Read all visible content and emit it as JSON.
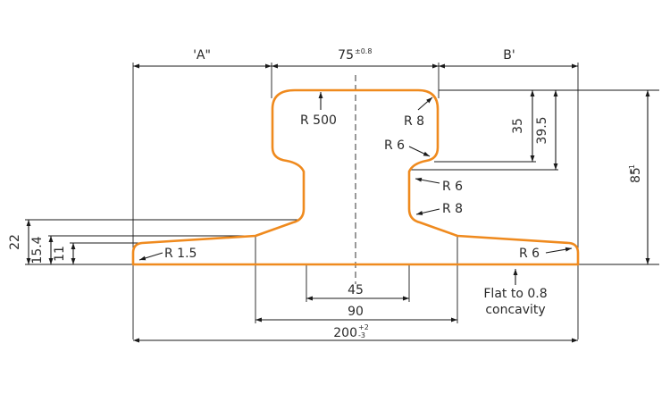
{
  "dimensions": {
    "dim_a": "'A\"",
    "dim_b": "B'",
    "head_width": "75",
    "head_width_tol": "±0.8",
    "head_depth": "35",
    "head_fishing": "39.5",
    "total_height": "85",
    "total_height_tol": "±1",
    "web_width": "45",
    "web_base": "90",
    "base_width": "200",
    "base_width_tol_plus": "+2",
    "base_width_tol_minus": "-3",
    "left_22": "22",
    "left_15_4": "15.4",
    "left_11": "11"
  },
  "radii": {
    "r500": "R 500",
    "r8_head": "R 8",
    "r6_head": "R 6",
    "r6_web_top": "R 6",
    "r8_web_bottom": "R 8",
    "r1_5": "R 1.5",
    "r6_foot": "R 6"
  },
  "notes": {
    "flat_line1": "Flat to 0.8",
    "flat_line2": "concavity"
  },
  "colors": {
    "profile": "#ef8a1e",
    "lines": "#1a1a1a"
  }
}
